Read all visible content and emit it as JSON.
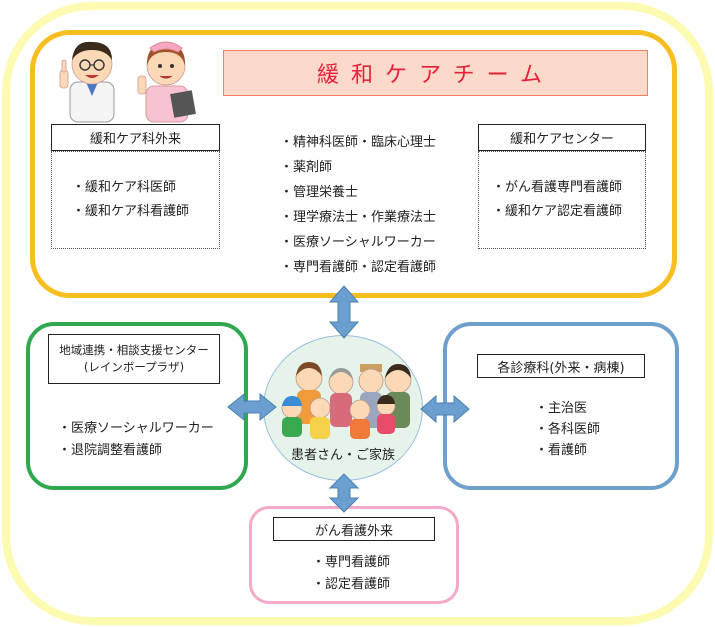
{
  "team": {
    "title": "緩和ケアチーム",
    "left": {
      "heading": "緩和ケア科外来",
      "items": [
        "・緩和ケア科医師",
        "・緩和ケア科看護師"
      ]
    },
    "center_items": [
      "・精神科医師・臨床心理士",
      "・薬剤師",
      "・管理栄養士",
      "・理学療法士・作業療法士",
      "・医療ソーシャルワーカー",
      "・専門看護師・認定看護師"
    ],
    "right": {
      "heading": "緩和ケアセンター",
      "items": [
        "・がん看護専門看護師",
        "・緩和ケア認定看護師"
      ]
    }
  },
  "regional": {
    "heading_line1": "地域連携・相談支援センター",
    "heading_line2": "(レインボープラザ)",
    "items": [
      "・医療ソーシャルワーカー",
      "・退院調整看護師"
    ]
  },
  "departments": {
    "heading": "各診療科(外来・病棟)",
    "items": [
      "・主治医",
      "・各科医師",
      "・看護師"
    ]
  },
  "cancer_nursing": {
    "heading": "がん看護外来",
    "items": [
      "・専門看護師",
      "・認定看護師"
    ]
  },
  "patient": {
    "label": "患者さん・ご家族"
  },
  "colors": {
    "team_border": "#f7be1f",
    "regional_border": "#2fa84f",
    "departments_border": "#6fa0cc",
    "cancer_nursing_border": "#f4a9c8",
    "arrow": "#6a9fd0",
    "title_text": "#e8203a"
  }
}
